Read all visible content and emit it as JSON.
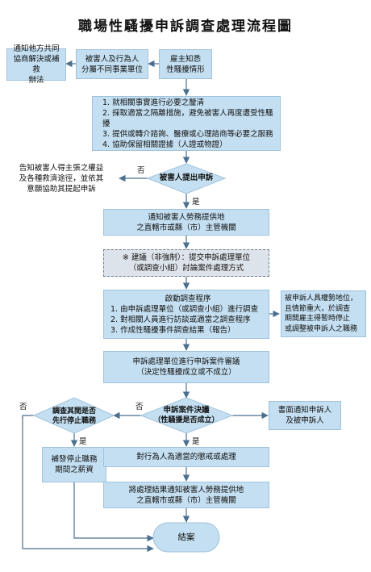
{
  "title": "職場性騷擾申訴調查處理流程圖",
  "nodes": {
    "employer_knows": "雇主知悉\n性騷擾情形",
    "different_units": "被害人及行為人\n分屬不同事業單位",
    "notify_other": "通知他方共同\n協商解決或補救\n辦法",
    "measures": [
      "1. 就相關事實進行必要之釐清",
      "2. 採取適當之隔離措施，避免被害人再度遭受性騷擾",
      "3. 提供或轉介諮詢、醫療或心理諮商等必要之服務",
      "4. 協助保留相關證據（人證或物證）"
    ],
    "inform_rights": "告知被害人得主張之權益\n及各種救濟途徑，並依其\n意願協助其提起申訴",
    "complaint_decision": "被害人提出申訴",
    "notify_authority_1": "通知被害人勞務提供地\n之直轄市或縣（市）主管機關",
    "suggestion": "※ 建議（非強制）：提交申訴處理單位\n（或調查小組）討論案件處理方式",
    "investigation": [
      "啟動調查程序",
      "1. 由申訴處理單位（或調查小組）進行調查",
      "2. 對相關人員進行訪談或適當之調查程序",
      "3. 作成性騷擾事件調查結果（報告）"
    ],
    "power_note": "被申訴人具權勢地位，\n且情節重大，於調查\n期間雇主得暫時停止\n或調整被申訴人之職務",
    "review": "申訴處理單位進行申訴案件審議\n（決定性騷擾成立或不成立）",
    "resolution_title": "申訴案件決議",
    "resolution_sub": "（性騷擾是否成立）",
    "suspension_decision": "調查其間是否\n先行停止職務",
    "written_notice": "書面通知申訴人\n及被申訴人",
    "back_pay": "補發停止職務\n期間之薪資",
    "discipline": "對行為人為適當的懲戒或處理",
    "notify_authority_2": "將處理結果通知被害人勞務提供地\n之直轄市或縣（市）主管機關",
    "end": "結案"
  },
  "labels": {
    "no": "否",
    "yes": "是"
  },
  "colors": {
    "box_fill": "#c4dff1",
    "box_border": "#9fc2dc",
    "arrow": "#4a6f8f",
    "decision_fill": "#c4dff1"
  }
}
